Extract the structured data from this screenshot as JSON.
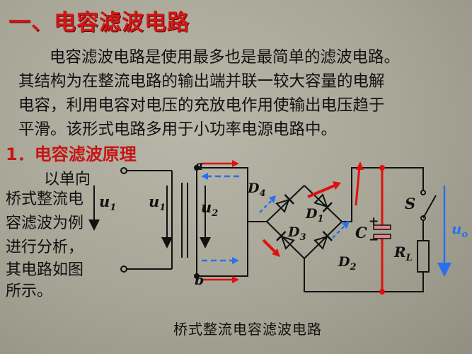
{
  "title": "一、电容滤波电路",
  "intro": {
    "line1": "电容滤波电路是使用最多也是最简单的滤波电路。",
    "line2": "其结构为在整流电路的输出端并联一较大容量的电解",
    "line3": "电容，利用电容对电压的充放电作用使输出电压趋于",
    "line4": "平滑。该形式电路多用于小功率电源电路中。"
  },
  "subtitle": "1．电容滤波原理",
  "side_text": [
    "以单向",
    "桥式整流电",
    "容滤波为例",
    "进行分析，",
    "其电路如图",
    "所示。"
  ],
  "caption": "桥式整流电容滤波电路",
  "labels": {
    "u1_left": "u",
    "u1_left_sub": "1",
    "u1_mid": "u",
    "u1_mid_sub": "1",
    "u2": "u",
    "u2_sub": "2",
    "a": "a",
    "b": "b",
    "d1": "D",
    "d1_sub": "1",
    "d2": "D",
    "d2_sub": "2",
    "d3": "D",
    "d3_sub": "3",
    "d4": "D",
    "d4_sub": "4",
    "c": "C",
    "plus": "+",
    "minus": "−",
    "s": "S",
    "rl": "R",
    "rl_sub": "L",
    "uo": "u",
    "uo_sub": "o"
  },
  "colors": {
    "title": "#d01818",
    "wire": "#111111",
    "red_current": "#e01010",
    "blue_current": "#2a6ff0",
    "capacitor_fill": "#d98a8a"
  }
}
